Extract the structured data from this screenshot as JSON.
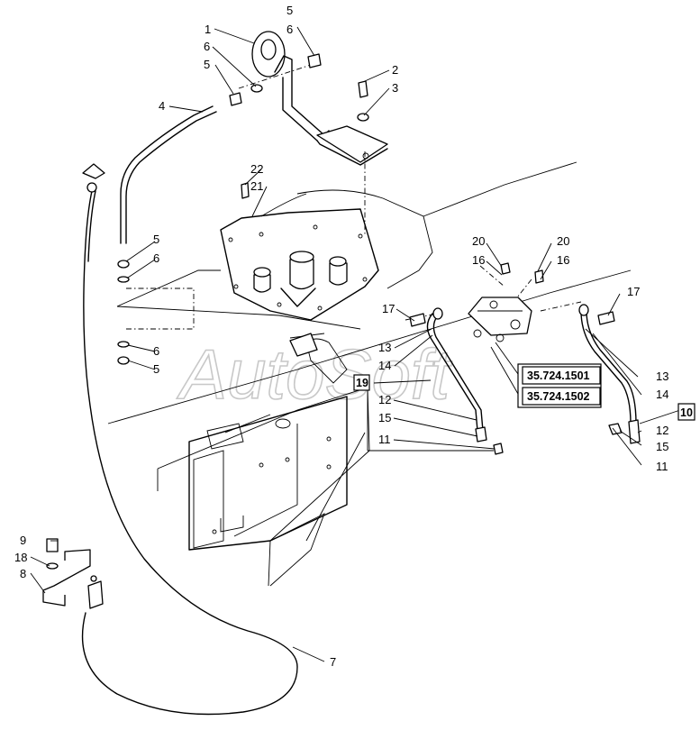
{
  "watermark": "AutoSoft",
  "callouts": {
    "c1": "1",
    "c2": "2",
    "c3": "3",
    "c4": "4",
    "c5_top": "5",
    "c6_top": "6",
    "c6_left": "6",
    "c5_left": "5",
    "c22": "22",
    "c21": "21",
    "c5_a": "5",
    "c6_a": "6",
    "c6_b": "6",
    "c5_b": "5",
    "c20_l": "20",
    "c20_r": "20",
    "c16_l": "16",
    "c16_r": "16",
    "c17_l": "17",
    "c17_r": "17",
    "c13_l": "13",
    "c14_l": "14",
    "c12_l": "12",
    "c15_l": "15",
    "c11_l": "11",
    "c13_r": "13",
    "c14_r": "14",
    "c12_r": "12",
    "c15_r": "15",
    "c11_r": "11",
    "c9": "9",
    "c18": "18",
    "c8": "8",
    "c7": "7"
  },
  "refs": {
    "box19": "19",
    "box10": "10",
    "ref1": "35.724.1501",
    "ref2": "35.724.1502"
  }
}
